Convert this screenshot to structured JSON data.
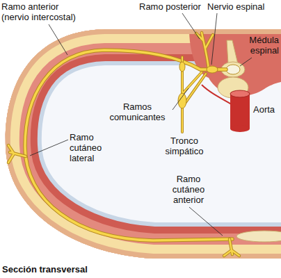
{
  "diagram": {
    "caption": "Sección transversal",
    "labels": [
      "Ramo anterior (nervio intercostal)",
      "Ramo posterior",
      "Nervio espinal",
      "Médula espinal",
      "Aorta",
      "Ramos comunicantes",
      "Tronco simpático",
      "Ramo cutáneo lateral",
      "Ramo cutáneo anterior"
    ]
  }
}
